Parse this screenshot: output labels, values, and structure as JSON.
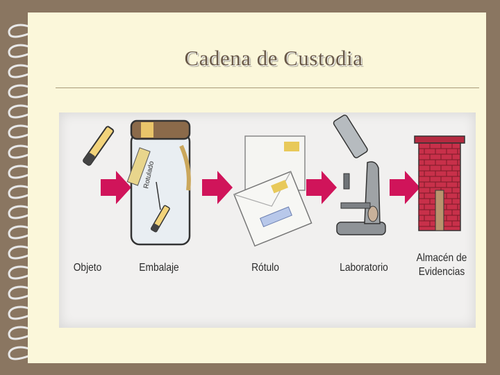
{
  "slide": {
    "title": "Cadena de Custodia"
  },
  "diagram": {
    "jar_label": "Rotulado",
    "steps": [
      {
        "label": "Objeto"
      },
      {
        "label": "Embalaje"
      },
      {
        "label": "Rótulo"
      },
      {
        "label": "Laboratorio"
      },
      {
        "label": "Almacén de\nEvidencias"
      }
    ]
  },
  "colors": {
    "arrow": "#d0145a",
    "brick": "#c8304a",
    "lid": "#8b6a4a",
    "slide_bg": "#fbf7da",
    "frame": "#8a7661"
  }
}
